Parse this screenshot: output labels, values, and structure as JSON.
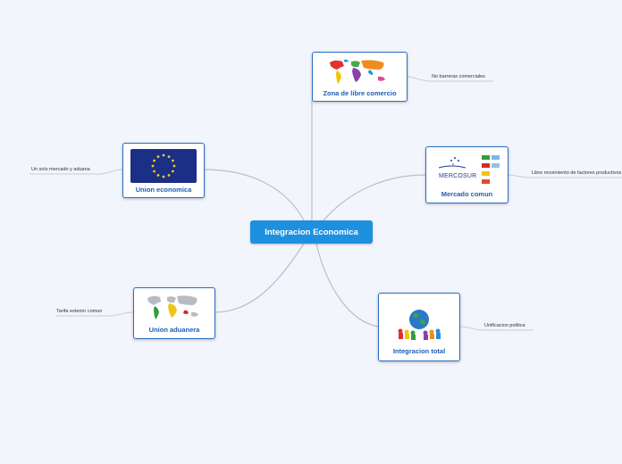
{
  "center": {
    "label": "Integracion Economica"
  },
  "nodes": {
    "zona": {
      "title": "Zona de libre comercio",
      "leaf": "No barreras comerciales"
    },
    "mercado": {
      "title": "Mercado comun",
      "leaf": "Libre movimiento de factores productivos",
      "logo_text": "MERCOSUR"
    },
    "total": {
      "title": "Integracion total",
      "leaf": "Unificacion politica"
    },
    "aduanera": {
      "title": "Union aduanera",
      "leaf": "Tarifa exterior comun"
    },
    "economica": {
      "title": "Union economica",
      "leaf": "Un solo mercado y aduana"
    }
  },
  "colors": {
    "center_fill": "#1e90e0",
    "card_border": "#2a6fc0",
    "title_text": "#1a5fb4",
    "connector": "#b8bfcc",
    "background": "#f3f5fd"
  }
}
